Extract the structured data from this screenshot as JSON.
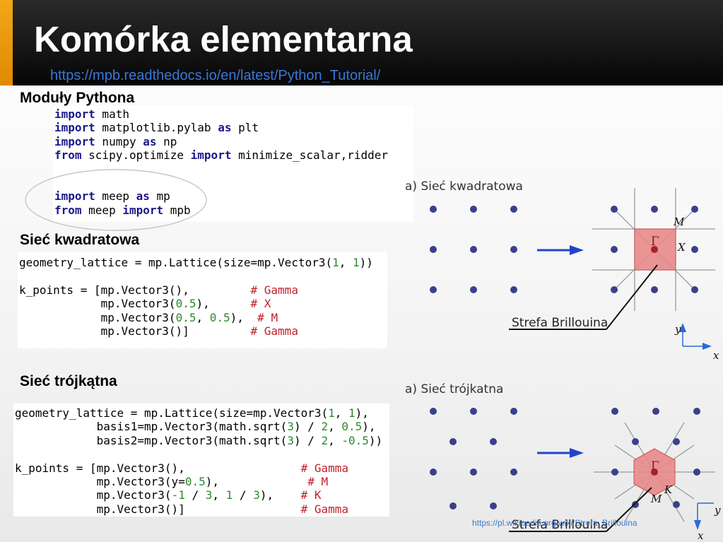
{
  "slide": {
    "title": "Komórka elementarna",
    "link": "https://mpb.readthedocs.io/en/latest/Python_Tutorial/",
    "source": "https://pl.wikipedia.org/wiki/Strefa_Brillouina"
  },
  "sections": {
    "modules": "Moduły Pythona",
    "square": "Sieć kwadratowa",
    "triangular": "Sieć trójkątna"
  },
  "code_modules": [
    [
      {
        "t": "import",
        "c": "kw"
      },
      {
        "t": " math"
      }
    ],
    [
      {
        "t": "import",
        "c": "kw"
      },
      {
        "t": " matplotlib.pylab "
      },
      {
        "t": "as",
        "c": "kw"
      },
      {
        "t": " plt"
      }
    ],
    [
      {
        "t": "import",
        "c": "kw"
      },
      {
        "t": " numpy "
      },
      {
        "t": "as",
        "c": "kw"
      },
      {
        "t": " np"
      }
    ],
    [
      {
        "t": "from",
        "c": "kw"
      },
      {
        "t": " scipy.optimize "
      },
      {
        "t": "import",
        "c": "kw"
      },
      {
        "t": " minimize_scalar,ridder"
      }
    ],
    [
      {
        "t": ""
      }
    ],
    [
      {
        "t": ""
      }
    ],
    [
      {
        "t": "import",
        "c": "kw"
      },
      {
        "t": " meep "
      },
      {
        "t": "as",
        "c": "kw"
      },
      {
        "t": " mp"
      }
    ],
    [
      {
        "t": "from",
        "c": "kw"
      },
      {
        "t": " meep "
      },
      {
        "t": "import",
        "c": "kw"
      },
      {
        "t": " mpb"
      }
    ]
  ],
  "code_square": [
    [
      {
        "t": "geometry_lattice = mp.Lattice(size=mp.Vector3("
      },
      {
        "t": "1",
        "c": "num"
      },
      {
        "t": ", "
      },
      {
        "t": "1",
        "c": "num"
      },
      {
        "t": "))"
      }
    ],
    [
      {
        "t": ""
      }
    ],
    [
      {
        "t": "k_points = [mp.Vector3(),         "
      },
      {
        "t": "# Gamma",
        "c": "cm"
      }
    ],
    [
      {
        "t": "            mp.Vector3("
      },
      {
        "t": "0.5",
        "c": "num"
      },
      {
        "t": "),      "
      },
      {
        "t": "# X",
        "c": "cm"
      }
    ],
    [
      {
        "t": "            mp.Vector3("
      },
      {
        "t": "0.5",
        "c": "num"
      },
      {
        "t": ", "
      },
      {
        "t": "0.5",
        "c": "num"
      },
      {
        "t": "),  "
      },
      {
        "t": "# M",
        "c": "cm"
      }
    ],
    [
      {
        "t": "            mp.Vector3()]         "
      },
      {
        "t": "# Gamma",
        "c": "cm"
      }
    ]
  ],
  "code_triangular": [
    [
      {
        "t": "geometry_lattice = mp.Lattice(size=mp.Vector3("
      },
      {
        "t": "1",
        "c": "num"
      },
      {
        "t": ", "
      },
      {
        "t": "1",
        "c": "num"
      },
      {
        "t": "),"
      }
    ],
    [
      {
        "t": "            basis1=mp.Vector3(math.sqrt("
      },
      {
        "t": "3",
        "c": "num"
      },
      {
        "t": ") / "
      },
      {
        "t": "2",
        "c": "num"
      },
      {
        "t": ", "
      },
      {
        "t": "0.5",
        "c": "num"
      },
      {
        "t": "),"
      }
    ],
    [
      {
        "t": "            basis2=mp.Vector3(math.sqrt("
      },
      {
        "t": "3",
        "c": "num"
      },
      {
        "t": ") / "
      },
      {
        "t": "2",
        "c": "num"
      },
      {
        "t": ", "
      },
      {
        "t": "-0.5",
        "c": "num"
      },
      {
        "t": "))"
      }
    ],
    [
      {
        "t": ""
      }
    ],
    [
      {
        "t": "k_points = [mp.Vector3(),                 "
      },
      {
        "t": "# Gamma",
        "c": "cm"
      }
    ],
    [
      {
        "t": "            mp.Vector3(y="
      },
      {
        "t": "0.5",
        "c": "num"
      },
      {
        "t": "),             "
      },
      {
        "t": "# M",
        "c": "cm"
      }
    ],
    [
      {
        "t": "            mp.Vector3("
      },
      {
        "t": "-1",
        "c": "num"
      },
      {
        "t": " / "
      },
      {
        "t": "3",
        "c": "num"
      },
      {
        "t": ", "
      },
      {
        "t": "1",
        "c": "num"
      },
      {
        "t": " / "
      },
      {
        "t": "3",
        "c": "num"
      },
      {
        "t": "),    "
      },
      {
        "t": "# K",
        "c": "cm"
      }
    ],
    [
      {
        "t": "            mp.Vector3()]                 "
      },
      {
        "t": "# Gamma",
        "c": "cm"
      }
    ]
  ],
  "diagram": {
    "square_title": "a) Sieć kwadratowa",
    "triangular_title": "a) Sieć trójkatna",
    "zone_label": "Strefa Brillouina",
    "gamma": "Γ",
    "M": "M",
    "X": "X",
    "K": "K",
    "x": "x",
    "y": "y"
  },
  "colors": {
    "dot": "#3b3f8c",
    "arrow": "#2244cc",
    "zone_fill": "#e88a8a",
    "zone_stroke": "#cc5050",
    "link": "#3a78d8"
  }
}
